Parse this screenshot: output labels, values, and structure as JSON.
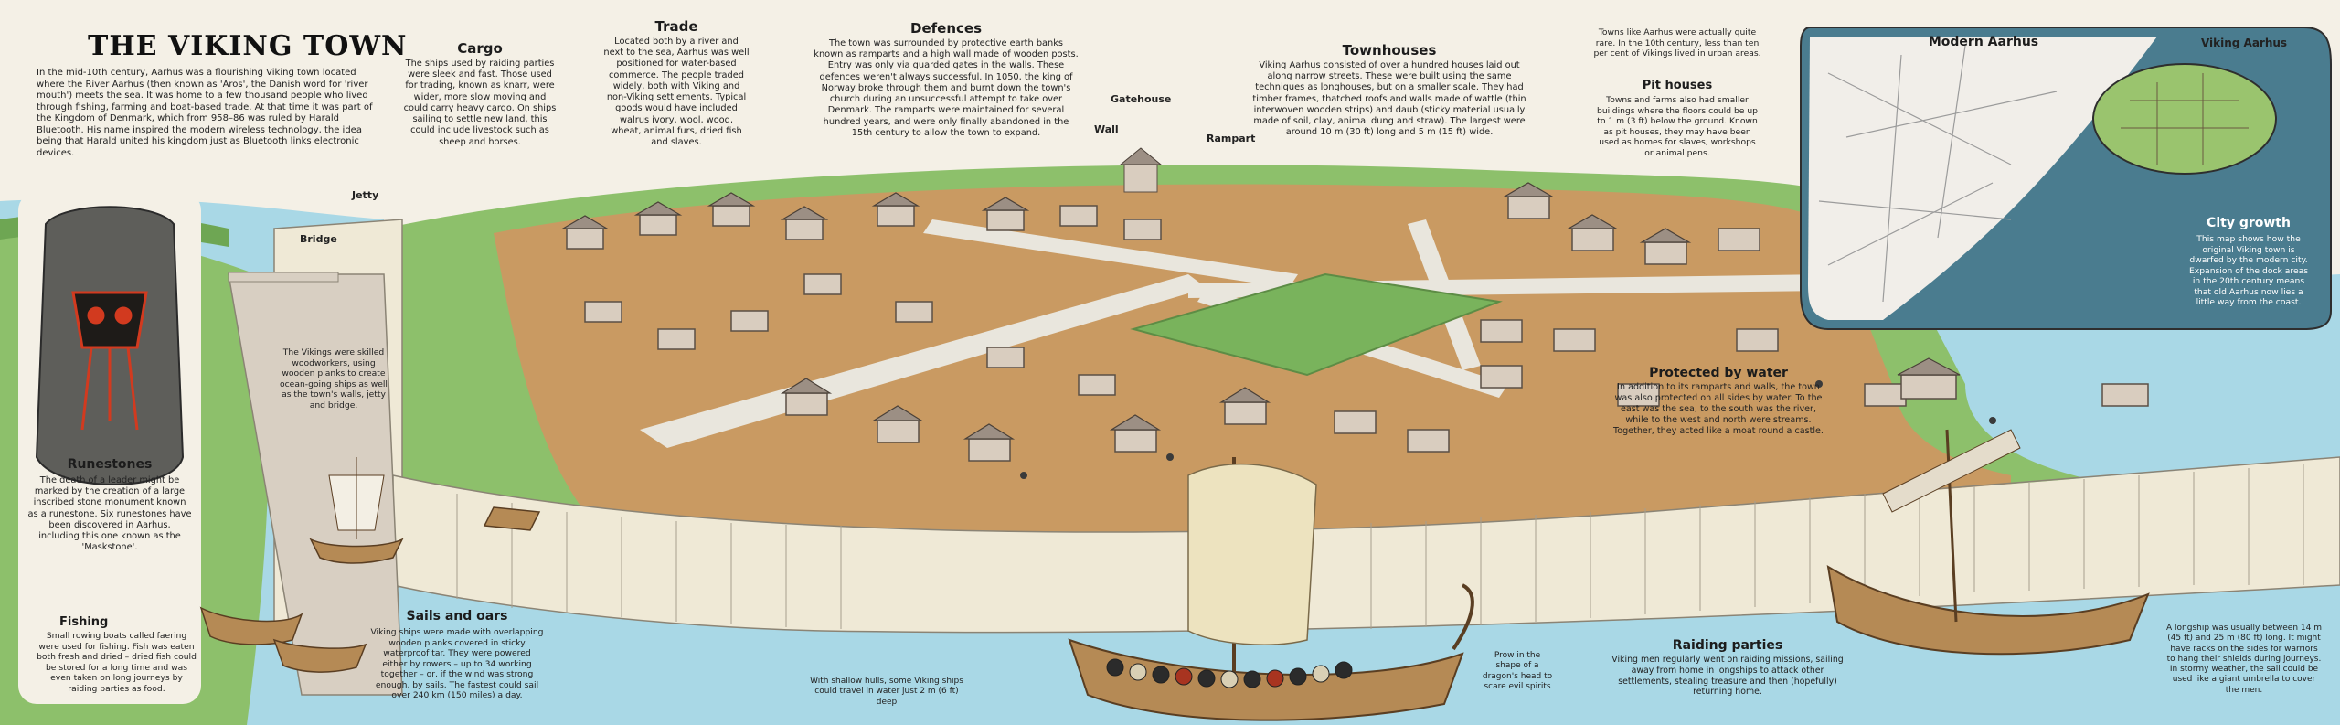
{
  "title": "THE VIKING TOWN",
  "intro": "In the mid-10th century, Aarhus was a flourishing Viking town located where the River Aarhus (then known as 'Aros', the Danish word for 'river mouth') meets the sea. It was home to a few thousand people who lived through fishing, farming and boat-based trade. At that time it was part of the Kingdom of Denmark, which from 958–86 was ruled by Harald Bluetooth. His name inspired the modern wireless technology, the idea being that Harald united his kingdom just as Bluetooth links electronic devices.",
  "sections": {
    "cargo": {
      "heading": "Cargo",
      "text": "The ships used by raiding parties were sleek and fast. Those used for trading, known as knarr, were wider, more slow moving and could carry heavy cargo. On ships sailing to settle new land, this could include livestock such as sheep and horses."
    },
    "trade": {
      "heading": "Trade",
      "text": "Located both by a river and next to the sea, Aarhus was well positioned for water-based commerce. The people traded widely, both with Viking and non-Viking settlements. Typical goods would have included walrus ivory, wool, wood, wheat, animal furs, dried fish and slaves."
    },
    "defences": {
      "heading": "Defences",
      "text": "The town was surrounded by protective earth banks known as ramparts and a high wall made of wooden posts. Entry was only via guarded gates in the walls. These defences weren't always successful. In 1050, the king of Norway broke through them and burnt down the town's church during an unsuccessful attempt to take over Denmark. The ramparts were maintained for several hundred years, and were only finally abandoned in the 15th century to allow the town to expand."
    },
    "townhouses": {
      "heading": "Townhouses",
      "text": "Viking Aarhus consisted of over a hundred houses laid out along narrow streets. These were built using the same techniques as longhouses, but on a smaller scale. They had timber frames, thatched roofs and walls made of wattle (thin interwoven wooden strips) and daub (sticky material usually made of soil, clay, animal dung and straw). The largest were around 10 m (30 ft) long and 5 m (15 ft) wide."
    },
    "towns_note": "Towns like Aarhus were actually quite rare. In the 10th century, less than ten per cent of Vikings lived in urban areas.",
    "pit_houses": {
      "heading": "Pit houses",
      "text": "Towns and farms also had smaller buildings where the floors could be up to 1 m (3 ft) below the ground. Known as pit houses, they may have been used as homes for slaves, workshops or animal pens."
    },
    "modern_aarhus": {
      "heading": "Modern Aarhus",
      "inset_label": "Viking Aarhus"
    },
    "city_growth": {
      "heading": "City growth",
      "text": "This map shows how the original Viking town is dwarfed by the modern city. Expansion of the dock areas in the 20th century means that old Aarhus now lies a little way from the coast."
    },
    "protected": {
      "heading": "Protected by water",
      "text": "In addition to its ramparts and walls, the town was also protected on all sides by water. To the east was the sea, to the south was the river, while to the west and north were streams. Together, they acted like a moat round a castle."
    },
    "runestones": {
      "heading": "Runestones",
      "text": "The death of a leader might be marked by the creation of a large inscribed stone monument known as a runestone. Six runestones have been discovered in Aarhus, including this one known as the 'Maskstone'."
    },
    "woodworkers": "The Vikings were skilled woodworkers, using wooden planks to create ocean-going ships as well as the town's walls, jetty and bridge.",
    "fishing": {
      "heading": "Fishing",
      "text": "Small rowing boats called faering were used for fishing. Fish was eaten both fresh and dried – dried fish could be stored for a long time and was even taken on long journeys by raiding parties as food."
    },
    "sails": {
      "heading": "Sails and oars",
      "text": "Viking ships were made with overlapping wooden planks covered in sticky waterproof tar. They were powered either by rowers – up to 34 working together – or, if the wind was strong enough, by sails. The fastest could sail over 240 km (150 miles) a day."
    },
    "shallow": "With shallow hulls, some Viking ships could travel in water just 2 m (6 ft) deep",
    "prow": "Prow in the shape of a dragon's head to scare evil spirits",
    "raiding": {
      "heading": "Raiding parties",
      "text": "Viking men regularly went on raiding missions, sailing away from home in longships to attack other settlements, stealing treasure and then (hopefully) returning home."
    },
    "longship": "A longship was usually between 14 m (45 ft) and 25 m (80 ft) long. It might have racks on the sides for warriors to hang their shields during journeys. In stormy weather, the sail could be used like a giant umbrella to cover the men."
  },
  "labels": {
    "jetty": "Jetty",
    "bridge": "Bridge",
    "gatehouse": "Gatehouse",
    "wall": "Wall",
    "rampart": "Rampart"
  },
  "colors": {
    "sea": "#a9d8e6",
    "land": "#8dc06b",
    "ground": "#c99a62",
    "path": "#e9e6dd",
    "wall": "#efe9d6",
    "roof": "#9c8f84",
    "runestone": "#5e5e5a"
  }
}
